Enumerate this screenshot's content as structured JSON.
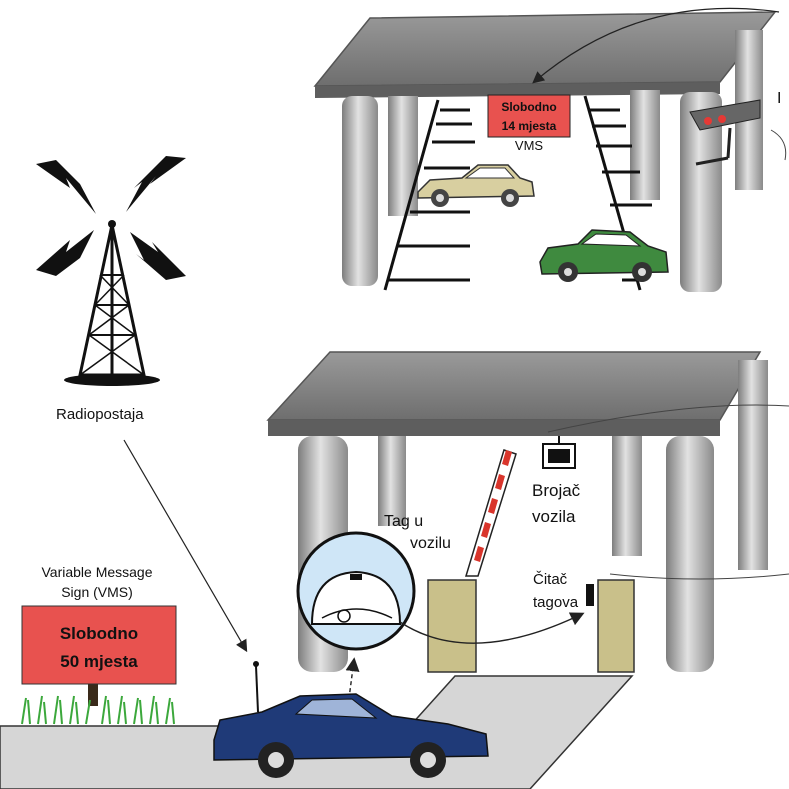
{
  "labels": {
    "radio": "Radiopostaja",
    "vms_sign_line1": "Variable Message",
    "vms_sign_line2": "Sign (VMS)",
    "roadside_sign_line1": "Slobodno",
    "roadside_sign_line2": "50 mjesta",
    "garage_sign_line1": "Slobodno",
    "garage_sign_line2": "14 mjesta",
    "garage_vms": "VMS",
    "counter_line1": "Brojač",
    "counter_line2": "vozila",
    "tag_line1": "Tag u",
    "tag_line2": "vozilu",
    "reader_line1": "Čitač",
    "reader_line2": "tagova",
    "partial_label": "I"
  },
  "colors": {
    "sign_red": "#e8524f",
    "roof_gray": "#8c8c8c",
    "pillar_gray": "#b8b8b8",
    "car_blue": "#1f3a78",
    "car_beige": "#d8cfa0",
    "car_green": "#3f8a3f",
    "booth_tan": "#c9c08a",
    "lens_blue": "#cfe6f7",
    "grass_green": "#3ca83c"
  }
}
